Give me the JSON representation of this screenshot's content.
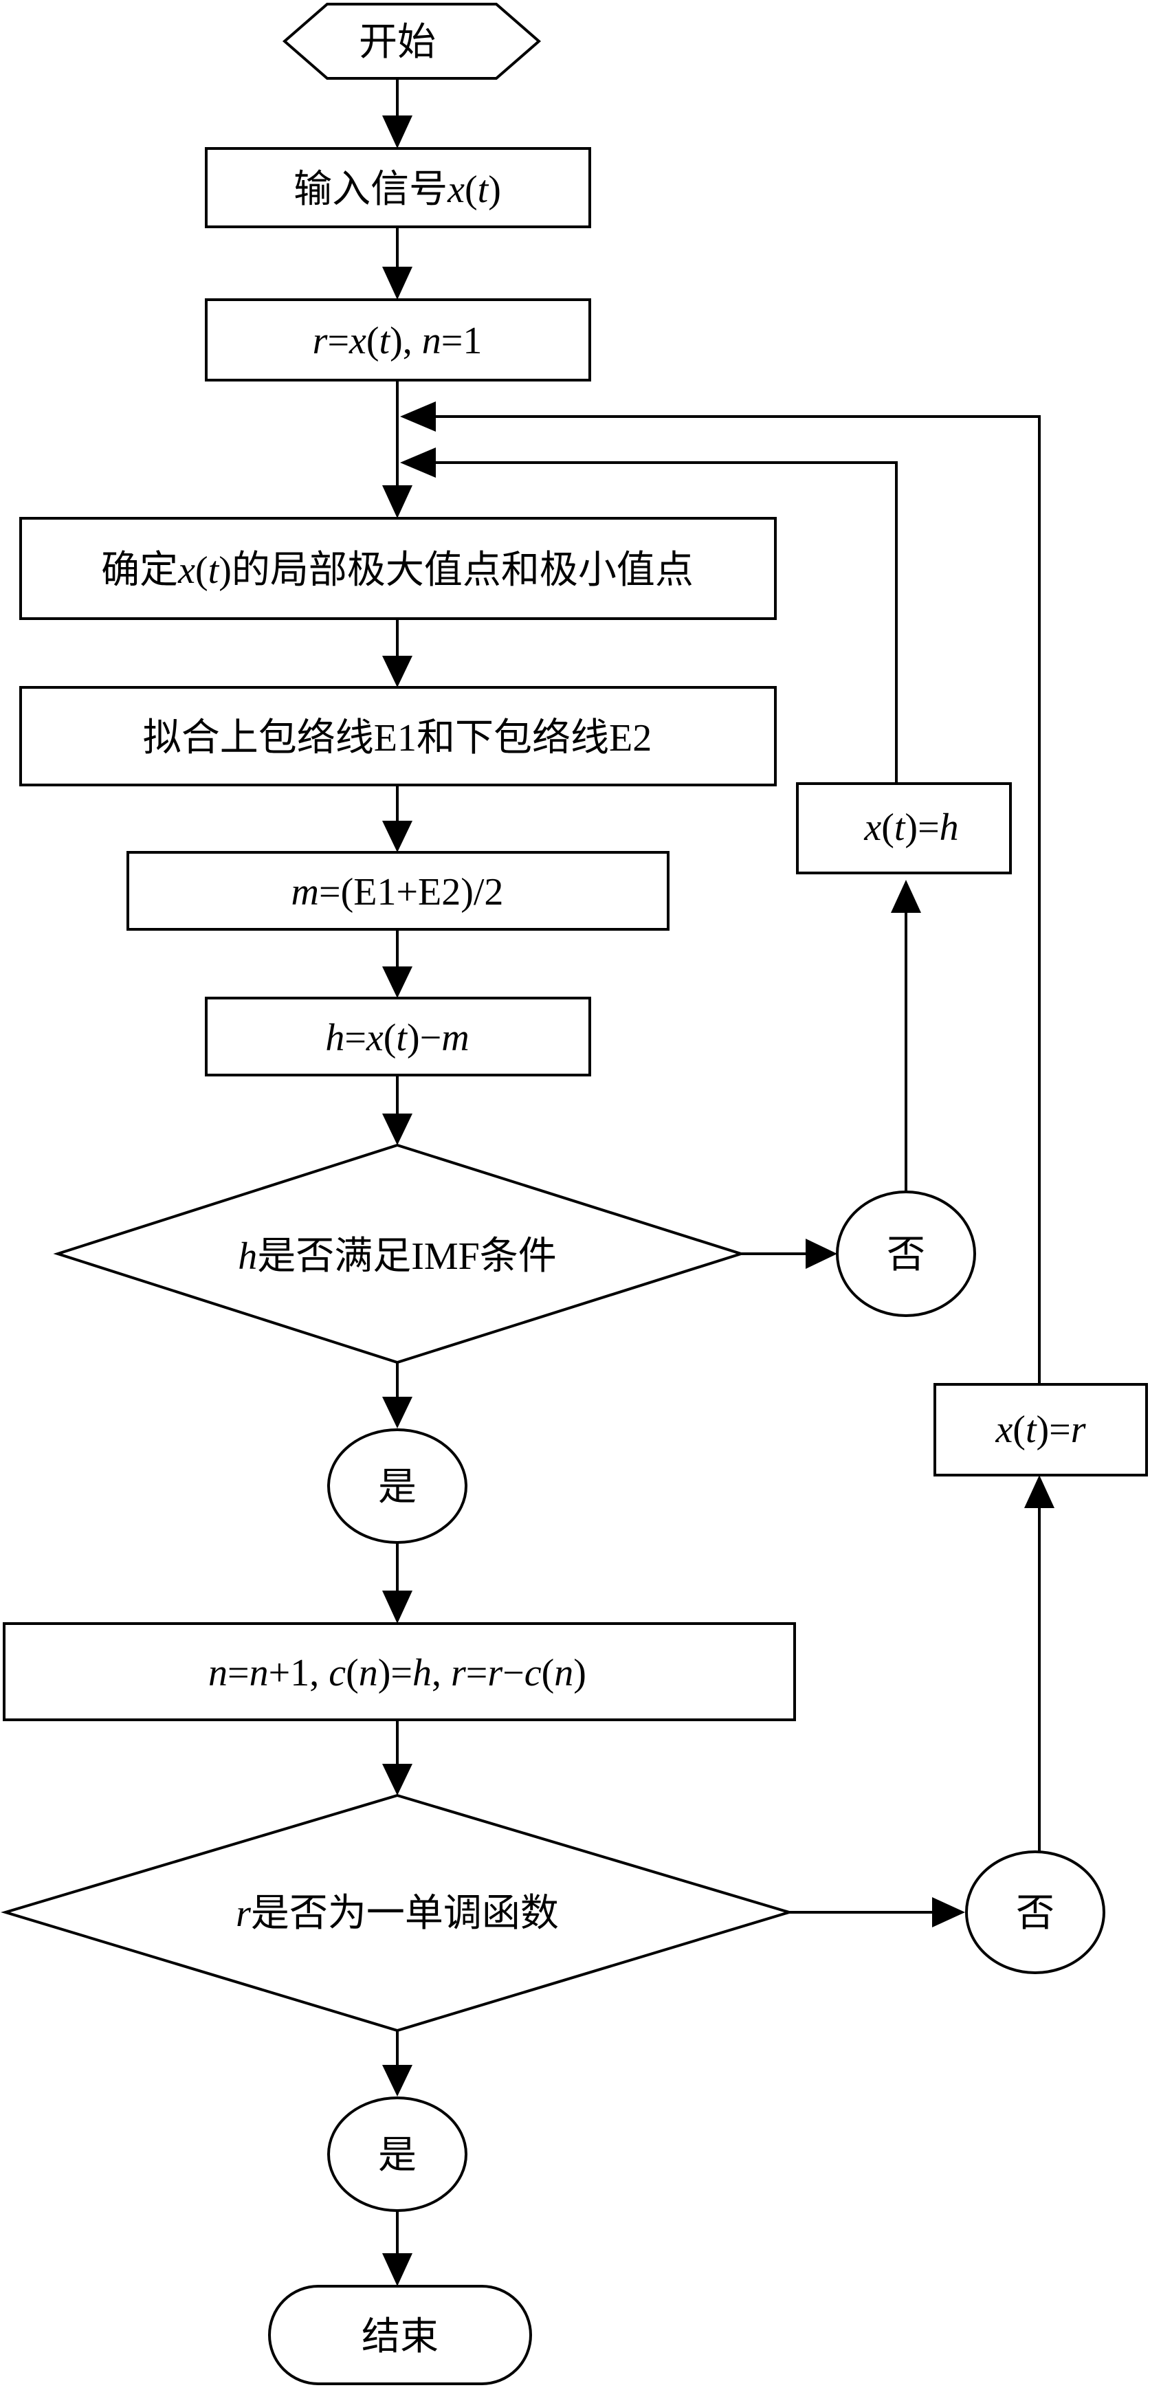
{
  "nodes": {
    "start": {
      "label": "开始"
    },
    "input": {
      "label": "输入信号",
      "var": "x",
      "lp": "(",
      "arg": "t",
      "rp": ")"
    },
    "init": {
      "r": "r",
      "eq1": "=",
      "x": "x",
      "lp": "(",
      "t": "t",
      "rp": "), ",
      "n": "n",
      "eq2": "=1"
    },
    "extrema": {
      "pre": "确定",
      "x": "x",
      "lp": "(",
      "t": "t",
      "post": ")的局部极大值点和极小值点"
    },
    "envelope": {
      "label": "拟合上包络线E1和下包络线E2"
    },
    "mean": {
      "m": "m",
      "expr": "=(E1+E2)/2"
    },
    "diff": {
      "h": "h",
      "eq": "=",
      "x": "x",
      "lp": "(",
      "t": "t",
      "mid": ")−",
      "m": "m"
    },
    "check_imf": {
      "h": "h",
      "text": "是否满足IMF条件"
    },
    "no_imf": {
      "label": "否"
    },
    "set_xh": {
      "x": "x",
      "lp": "(",
      "t": "t",
      "mid": ")=",
      "h": "h"
    },
    "yes_imf": {
      "label": "是"
    },
    "update": {
      "n1": "n",
      "e1": "=",
      "n2": "n",
      "e2": "+1, ",
      "c1": "c",
      "p1": "(",
      "n3": "n",
      "p2": ")=",
      "h": "h",
      "e3": ", ",
      "r1": "r",
      "e4": "=",
      "r2": "r",
      "e5": "−",
      "c2": "c",
      "p3": "(",
      "n4": "n",
      "p4": ")"
    },
    "check_mono": {
      "r": "r",
      "text": "是否为一单调函数"
    },
    "no_mono": {
      "label": "否"
    },
    "set_xr": {
      "x": "x",
      "lp": "(",
      "t": "t",
      "mid": ")=",
      "r": "r"
    },
    "yes_mono": {
      "label": "是"
    },
    "end": {
      "label": "结束"
    }
  }
}
